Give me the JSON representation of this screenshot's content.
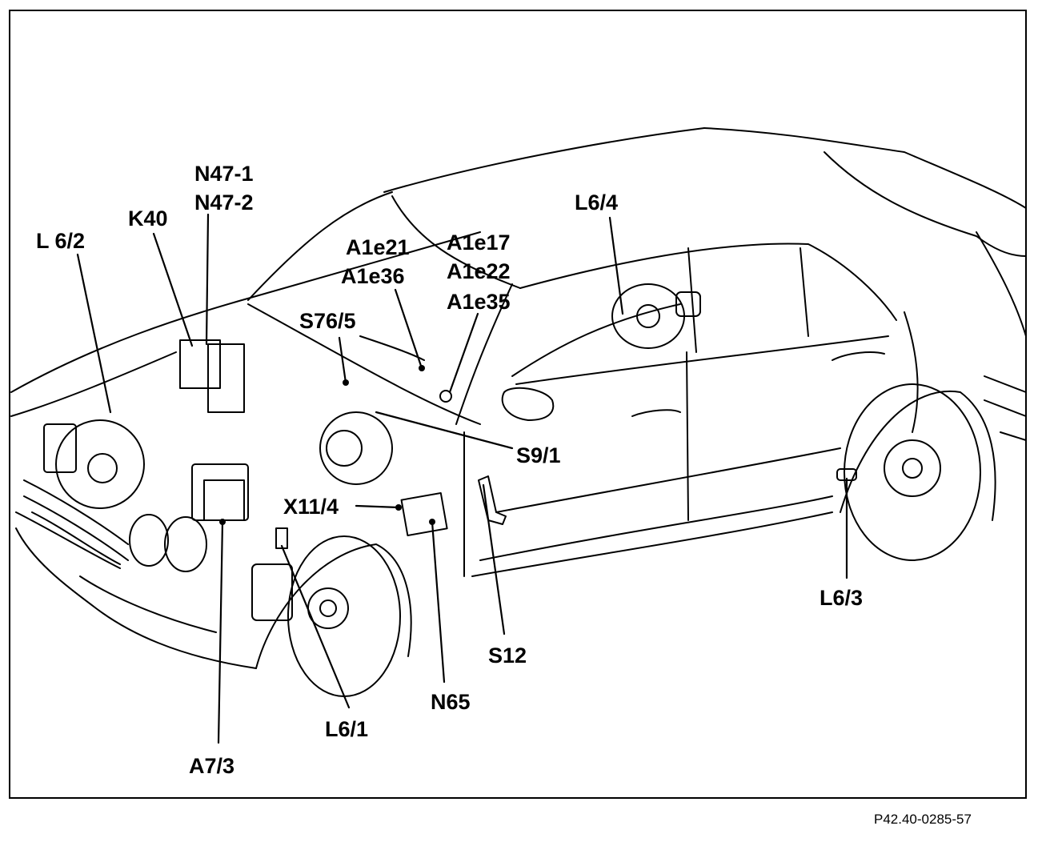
{
  "labels": {
    "n47_1": "N47-1",
    "n47_2": "N47-2",
    "k40": "K40",
    "l6_2": "L 6/2",
    "a1e21": "A1e21",
    "a1e36": "A1e36",
    "a1e17": "A1e17",
    "a1e22": "A1e22",
    "a1e35": "A1e35",
    "s76_5": "S76/5",
    "l6_4": "L6/4",
    "s9_1": "S9/1",
    "x11_4": "X11/4",
    "l6_3": "L6/3",
    "s12": "S12",
    "n65": "N65",
    "l6_1": "L6/1",
    "a7_3": "A7/3"
  },
  "reference": "P42.40-0285-57",
  "colors": {
    "ink": "#000000",
    "paper": "#ffffff"
  }
}
